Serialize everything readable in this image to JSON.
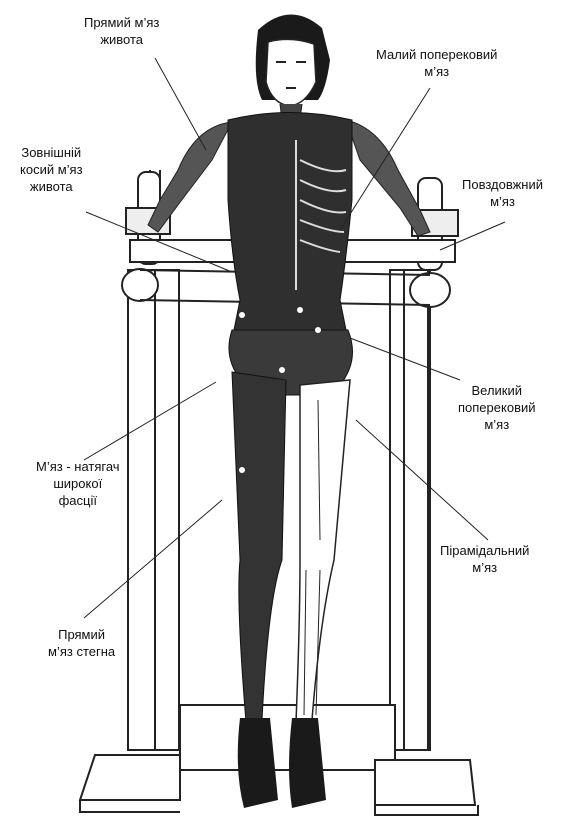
{
  "labels": {
    "rectus_abdominis": [
      "Прямий м’яз",
      "живота"
    ],
    "psoas_minor": [
      "Малий поперековий",
      "м’яз"
    ],
    "external_oblique": [
      "Зовнішній",
      "косий м’яз",
      "живота"
    ],
    "longissimus": [
      "Повздовжний",
      "м’яз"
    ],
    "psoas_major": [
      "Великий",
      "поперековий",
      "м’яз"
    ],
    "tensor_fasciae_latae": [
      "М’яз - натягач",
      "широкої",
      "фасції"
    ],
    "piriformis": [
      "Пірамідальний",
      "м’яз"
    ],
    "rectus_femoris": [
      "Прямий",
      "м’яз стегна"
    ]
  },
  "colors": {
    "ink": "#111111",
    "skin": "#ffffff",
    "muscle": "#2a2a2a",
    "shoe": "#1a1a1a"
  }
}
